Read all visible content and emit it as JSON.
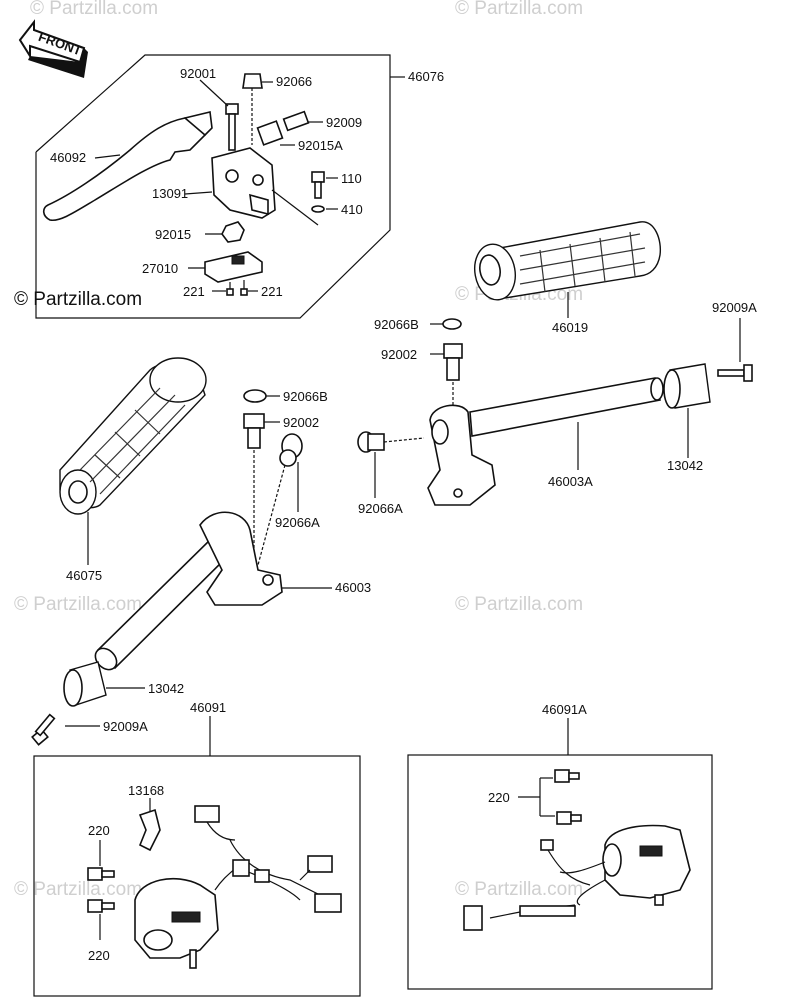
{
  "watermark": "© Partzilla.com",
  "front_label": "FRONT",
  "labels": {
    "p92001": "92001",
    "p92066": "92066",
    "p46076": "46076",
    "p92009": "92009",
    "p92015A": "92015A",
    "p46092": "46092",
    "p110": "110",
    "p13091": "13091",
    "p410": "410",
    "p92015": "92015",
    "p27010": "27010",
    "p221a": "221",
    "p221b": "221",
    "p46019": "46019",
    "p92009A_r": "92009A",
    "p92066B_r": "92066B",
    "p92002_r": "92002",
    "p13042_r": "13042",
    "p46003A": "46003A",
    "p92066A_r": "92066A",
    "p92066B_l": "92066B",
    "p92002_l": "92002",
    "p92066A_l": "92066A",
    "p46075": "46075",
    "p46003": "46003",
    "p13042_l": "13042",
    "p92009A_l": "92009A",
    "p46091": "46091",
    "p46091A": "46091A",
    "p13168": "13168",
    "p220a": "220",
    "p220b": "220",
    "p220c": "220"
  }
}
